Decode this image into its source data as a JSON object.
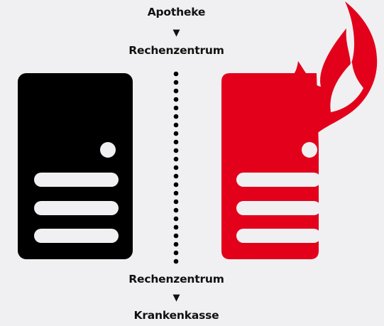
{
  "top": {
    "source": "Apotheke",
    "arrow": "▼",
    "target": "Rechenzentrum"
  },
  "bottom": {
    "source": "Rechenzentrum",
    "arrow": "▼",
    "target": "Krankenkasse"
  },
  "servers": [
    {
      "state": "normal",
      "color": "#000000"
    },
    {
      "state": "on-fire",
      "color": "#e3001b"
    }
  ],
  "icons": [
    "server-icon",
    "burning-server-icon",
    "flame-icon"
  ]
}
